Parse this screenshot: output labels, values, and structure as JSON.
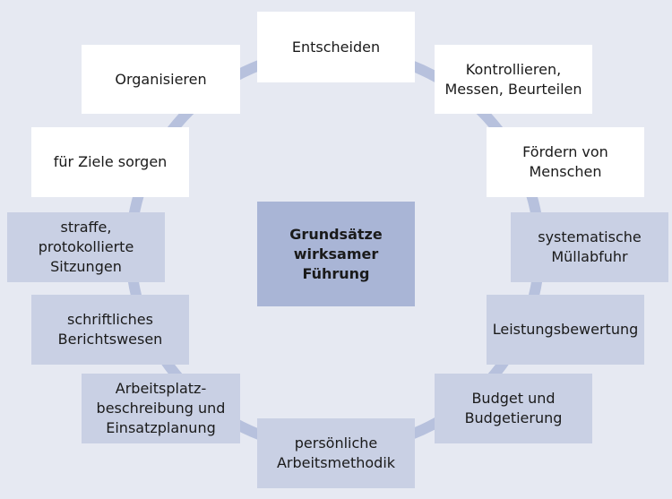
{
  "diagram": {
    "center": "Grundsätze\nwirksamer\nFührung",
    "nodes": [
      "Entscheiden",
      "Kontrollieren,\nMessen, Beurteilen",
      "Fördern von\nMenschen",
      "systematische\nMüllabfuhr",
      "Leistungsbewertung",
      "Budget und\nBudgetierung",
      "persönliche\nArbeitsmethodik",
      "Arbeitsplatz-\nbeschreibung und\nEinsatzplanung",
      "schriftliches\nBerichtswesen",
      "straffe,\nprotokollierte\nSitzungen",
      "für Ziele sorgen",
      "Organisieren"
    ]
  },
  "colors": {
    "background": "#e6e9f2",
    "ring": "#b7c1dd",
    "white_box": "#ffffff",
    "blue_box": "#c9d0e4",
    "center_box": "#a9b5d6"
  }
}
